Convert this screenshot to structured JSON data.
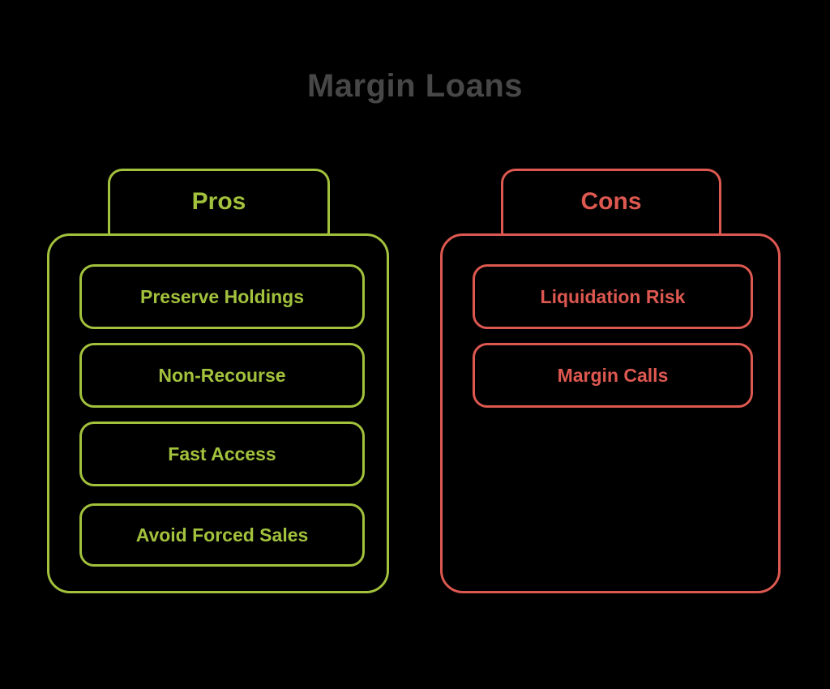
{
  "title": "Margin Loans",
  "colors": {
    "background": "#000000",
    "title": "#474747",
    "pros": "#a2c13c",
    "cons": "#dd5850"
  },
  "pros": {
    "label": "Pros",
    "items": [
      "Preserve Holdings",
      "Non-Recourse",
      "Fast Access",
      "Avoid Forced Sales"
    ]
  },
  "cons": {
    "label": "Cons",
    "items": [
      "Liquidation Risk",
      "Margin Calls"
    ]
  }
}
